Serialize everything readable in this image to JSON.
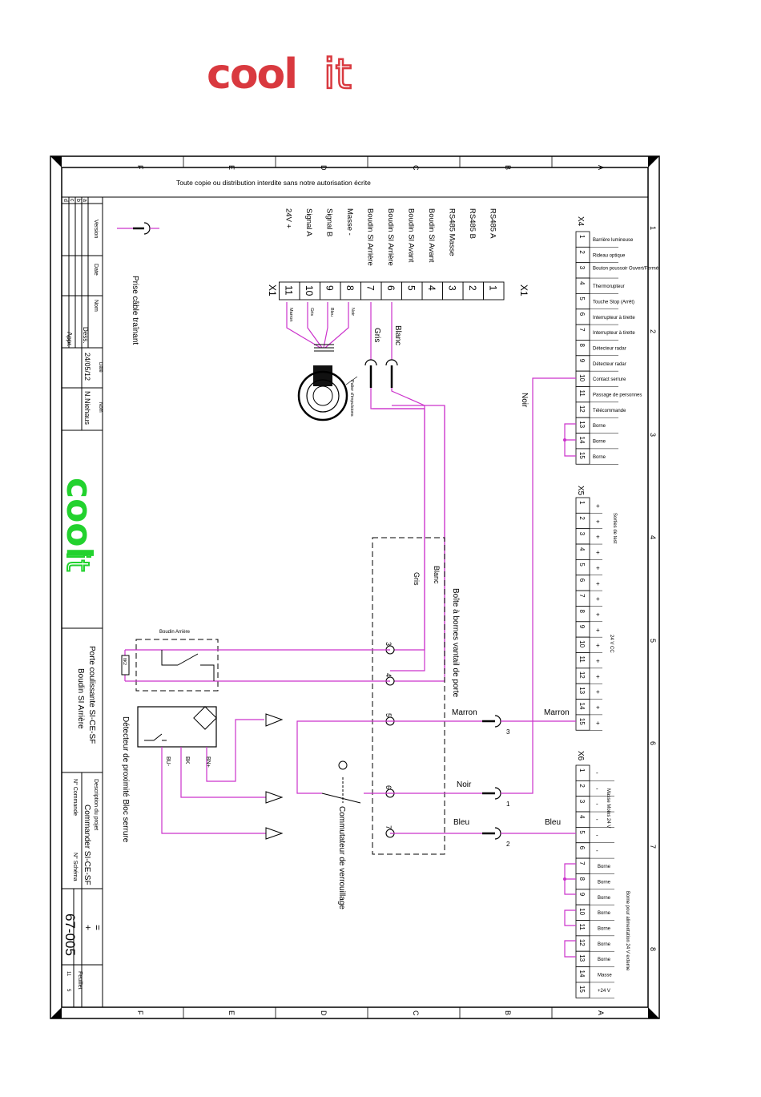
{
  "logo": {
    "word1": "cool",
    "word2": "it",
    "color_top": "#d9393f",
    "color_side": "#22d22e"
  },
  "notice": "Toute copie ou distribution interdite sans notre autorisation écrite",
  "frame": {
    "cols": [
      "A",
      "B",
      "C",
      "D",
      "E",
      "F"
    ],
    "rows": [
      "1",
      "2",
      "3",
      "4",
      "5",
      "6",
      "7",
      "8"
    ]
  },
  "x4": {
    "title": "X4",
    "rows": [
      {
        "n": "1",
        "label": "Barrière lumineuse"
      },
      {
        "n": "2",
        "label": "Rideau optique"
      },
      {
        "n": "3",
        "label": "Bouton poussoir Ouvert/Fermé"
      },
      {
        "n": "4",
        "label": "Thermorupteur"
      },
      {
        "n": "5",
        "label": "Touche Stop (Arrêt)"
      },
      {
        "n": "6",
        "label": "Interrupteur à tirette"
      },
      {
        "n": "7",
        "label": "Interrupteur à tirette"
      },
      {
        "n": "8",
        "label": "Détecteur radar"
      },
      {
        "n": "9",
        "label": "Détecteur radar"
      },
      {
        "n": "10",
        "label": "Contact serrure"
      },
      {
        "n": "11",
        "label": "Passage de personnes"
      },
      {
        "n": "12",
        "label": "Télécommande"
      },
      {
        "n": "13",
        "label": "Borne"
      },
      {
        "n": "14",
        "label": "Borne"
      },
      {
        "n": "15",
        "label": "Borne"
      }
    ]
  },
  "x5": {
    "title": "X5",
    "rows": [
      "1",
      "2",
      "3",
      "4",
      "5",
      "6",
      "7",
      "8",
      "9",
      "10",
      "11",
      "12",
      "13",
      "14",
      "15"
    ],
    "sign": "+",
    "label_test": "Sorties de test",
    "label_24v": "24 V CC"
  },
  "x6": {
    "title": "X6",
    "rows": [
      "1",
      "2",
      "3",
      "4",
      "5",
      "6",
      "7",
      "8",
      "9",
      "10",
      "11",
      "12",
      "13",
      "14",
      "15"
    ],
    "sign": "-",
    "label_masse": "Masse Moins 24 V",
    "label_borne_pour": "Borne pour alimentation 24 V externe",
    "extra": [
      {
        "n": "7",
        "label": "Borne"
      },
      {
        "n": "8",
        "label": "Borne"
      },
      {
        "n": "9",
        "label": "Borne"
      },
      {
        "n": "10",
        "label": "Borne"
      },
      {
        "n": "11",
        "label": "Borne"
      },
      {
        "n": "12",
        "label": "Borne"
      },
      {
        "n": "13",
        "label": "Borne"
      },
      {
        "n": "14",
        "label": "Masse"
      },
      {
        "n": "15",
        "label": "+24 V"
      }
    ]
  },
  "x1": {
    "title": "X1",
    "terminals": [
      {
        "n": "1",
        "label": "RS485   A"
      },
      {
        "n": "2",
        "label": "RS485   B"
      },
      {
        "n": "3",
        "label": "RS485 Masse"
      },
      {
        "n": "4",
        "label": "Boudin SI Avant"
      },
      {
        "n": "5",
        "label": "Boudin SI Avant"
      },
      {
        "n": "6",
        "label": "Boudin SI Arrière"
      },
      {
        "n": "7",
        "label": "Boudin SI Arrière"
      },
      {
        "n": "8",
        "label": "Masse -"
      },
      {
        "n": "9",
        "label": "Signal B"
      },
      {
        "n": "10",
        "label": "Signal A"
      },
      {
        "n": "11",
        "label": "24V +"
      }
    ],
    "cable_colors": [
      "Noir",
      "Bleu",
      "Gris",
      "Marron"
    ]
  },
  "wires": {
    "blanc": "Blanc",
    "gris": "Gris",
    "noir": "Noir",
    "marron": "Marron",
    "bleu": "Bleu"
  },
  "labels": {
    "prise_cable": "Prise câble traînant",
    "palier": "Palier d'impulsions",
    "boite": "Boîte à bornes vantail de porte",
    "boudin_arriere": "Boudin Arrière",
    "r8k2": "8K2",
    "commutateur": "Commutateur de verrouillage",
    "detecteur": "Détecteur de proximité Bloc serrure",
    "bn": "BN+",
    "bk": "BK",
    "bu": "BU-",
    "boite_terms": [
      "3",
      "4",
      "5",
      "6",
      "7"
    ],
    "conn_nums": [
      "3",
      "1",
      "2"
    ]
  },
  "titleblock": {
    "rev_letters": [
      "a",
      "b",
      "c",
      "d"
    ],
    "version": "Version",
    "date": "Date",
    "nom": "Nom",
    "dess": "Dess.",
    "dess_date": "24/05/12",
    "dess_nom": "N.Niehaus",
    "appr": "Appr.",
    "desc1": "Porte coulissante SI-CE-SF",
    "desc2": "Boudin SI Arrière",
    "desc_projet": "Description du projet",
    "commande": "Commander SI-CE-SF",
    "n_commande": "N° Commande",
    "n_schema": "N° Schéma",
    "schema_no": "67-005",
    "plus": "+",
    "eq": "=",
    "feuillet": "Feuillet",
    "feuillet_val": "11",
    "feuillet_tot": "5"
  }
}
